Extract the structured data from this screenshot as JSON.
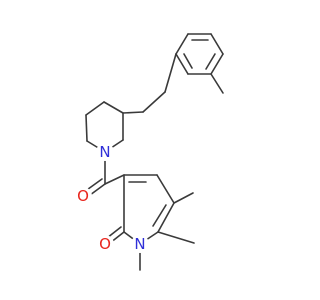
{
  "molecule": {
    "atoms": [
      {
        "symbol": "O",
        "color": "#e8251d"
      },
      {
        "symbol": "N",
        "color": "#2f2fd8"
      },
      {
        "symbol": "O",
        "color": "#e8251d"
      },
      {
        "symbol": "N",
        "color": "#2f2fd8"
      }
    ]
  }
}
